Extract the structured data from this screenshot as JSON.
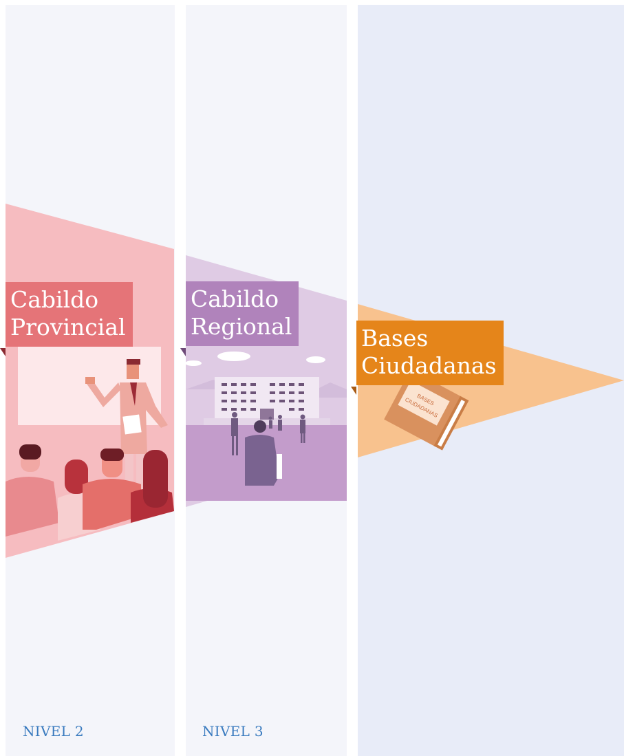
{
  "columns": [
    {
      "level_label": "NIVEL 2",
      "title_lines": [
        "Cabildo",
        "Provincial"
      ],
      "color": "#e57478"
    },
    {
      "level_label": "NIVEL 3",
      "title_lines": [
        "Cabildo",
        "Regional"
      ],
      "color": "#b083bb"
    },
    {
      "level_label": "",
      "title_lines": [
        "Bases",
        "Ciudadanas"
      ],
      "color": "#e5851a"
    }
  ],
  "book": {
    "cover_text": [
      "BASES",
      "CIUDADANAS"
    ]
  },
  "colors": {
    "column_bg": "#f4f5fa",
    "column_bg_accent": "#e8ecf8",
    "pink_band": "#f6bcc0",
    "purple_band": "#dfcbe4",
    "orange_band": "#f8c28e",
    "level_text": "#3a7bbf"
  }
}
